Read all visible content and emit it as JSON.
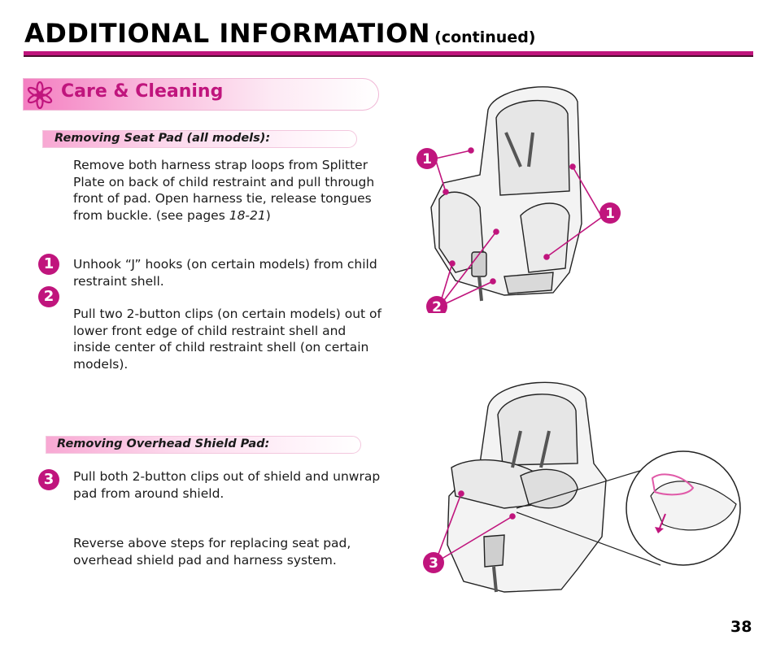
{
  "header": {
    "title": "ADDITIONAL INFORMATION",
    "title_suffix": "(continued)"
  },
  "section": {
    "heading": "Care & Cleaning",
    "icon": "flower-icon"
  },
  "seat_pad": {
    "heading": "Removing Seat Pad (all models):",
    "intro_text": "Remove both harness strap loops from Splitter Plate on back of child restraint and pull through front of pad. Open harness tie, release tongues from buckle. (see pages ",
    "intro_ref": "18-21",
    "intro_close": ")",
    "step1_badge": "1",
    "step1_text": "Unhook “J” hooks (on certain models) from child restraint shell.",
    "step2_badge": "2",
    "step2_text": "Pull two 2-button clips (on certain models) out of lower front edge of child restraint shell and inside center of child restraint shell (on certain models)."
  },
  "shield_pad": {
    "heading": "Removing Overhead Shield Pad:",
    "step3_badge": "3",
    "step3_text": "Pull both 2-button clips out of shield and unwrap pad from around shield.",
    "closing_text": "Reverse above steps for replacing seat pad, overhead shield pad and harness system."
  },
  "figures": {
    "fig1_callouts": [
      "1",
      "1",
      "2"
    ],
    "fig2_callouts": [
      "3"
    ]
  },
  "footer": {
    "page_number": "38"
  },
  "colors": {
    "accent": "#c0157d",
    "rule_dark": "#4a0f2e",
    "banner_light": "#fde9f4"
  }
}
